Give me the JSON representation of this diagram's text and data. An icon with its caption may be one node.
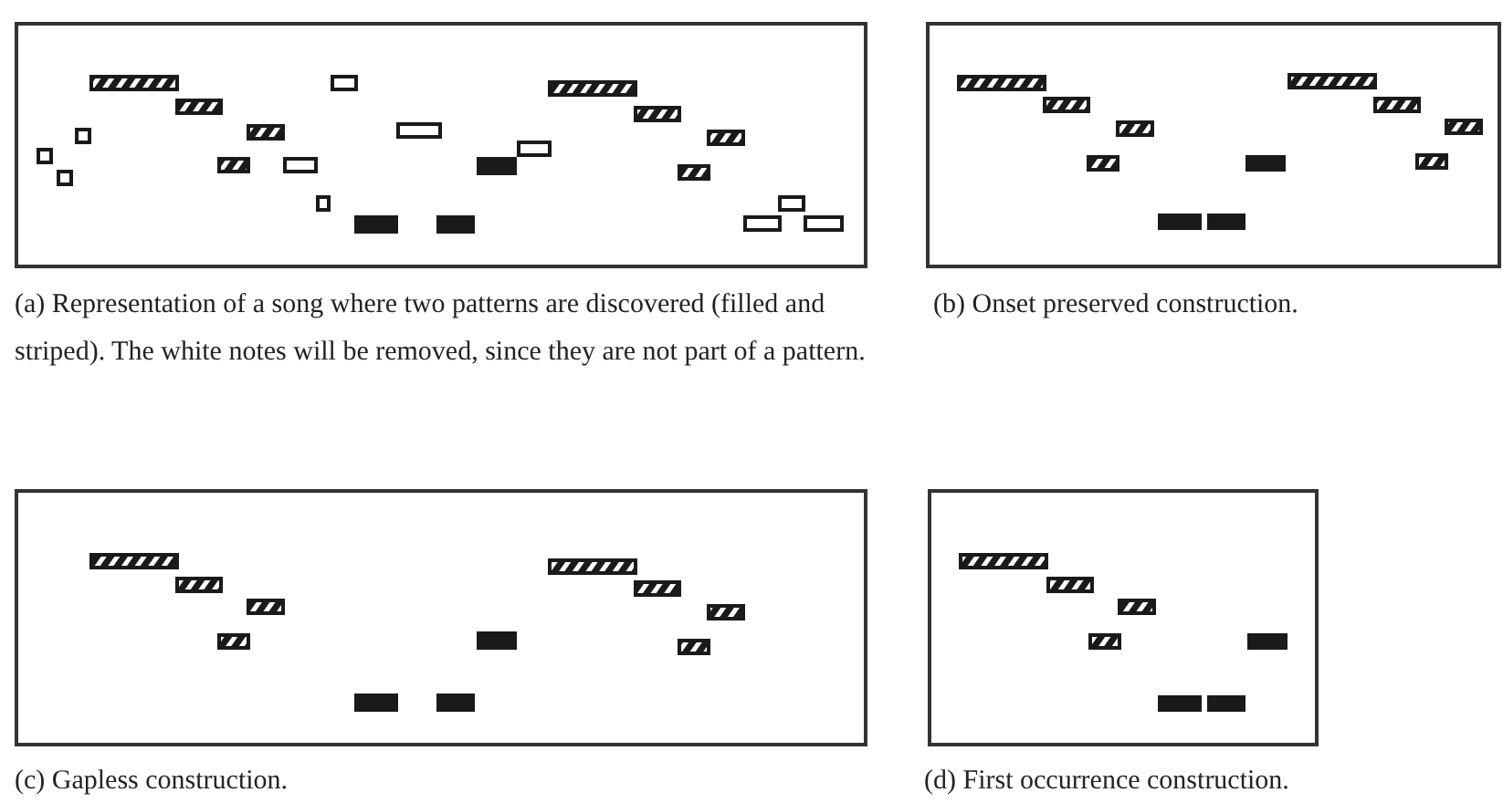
{
  "diagram": {
    "nodes": [
      {
        "text": [],
        "shape": "box",
        "beside": [
          "(a) Representation of a song where two patterns are discovered (filled and striped). The white notes will be removed, since they are not part of a pattern."
        ]
      },
      {
        "text": [],
        "shape": "box",
        "beside": [
          "(b) Onset preserved construction."
        ]
      },
      {
        "text": [],
        "shape": "box",
        "beside": [
          "(c) Gapless construction."
        ]
      },
      {
        "text": [],
        "shape": "box",
        "beside": [
          "(d) First occurrence construction."
        ]
      }
    ]
  }
}
